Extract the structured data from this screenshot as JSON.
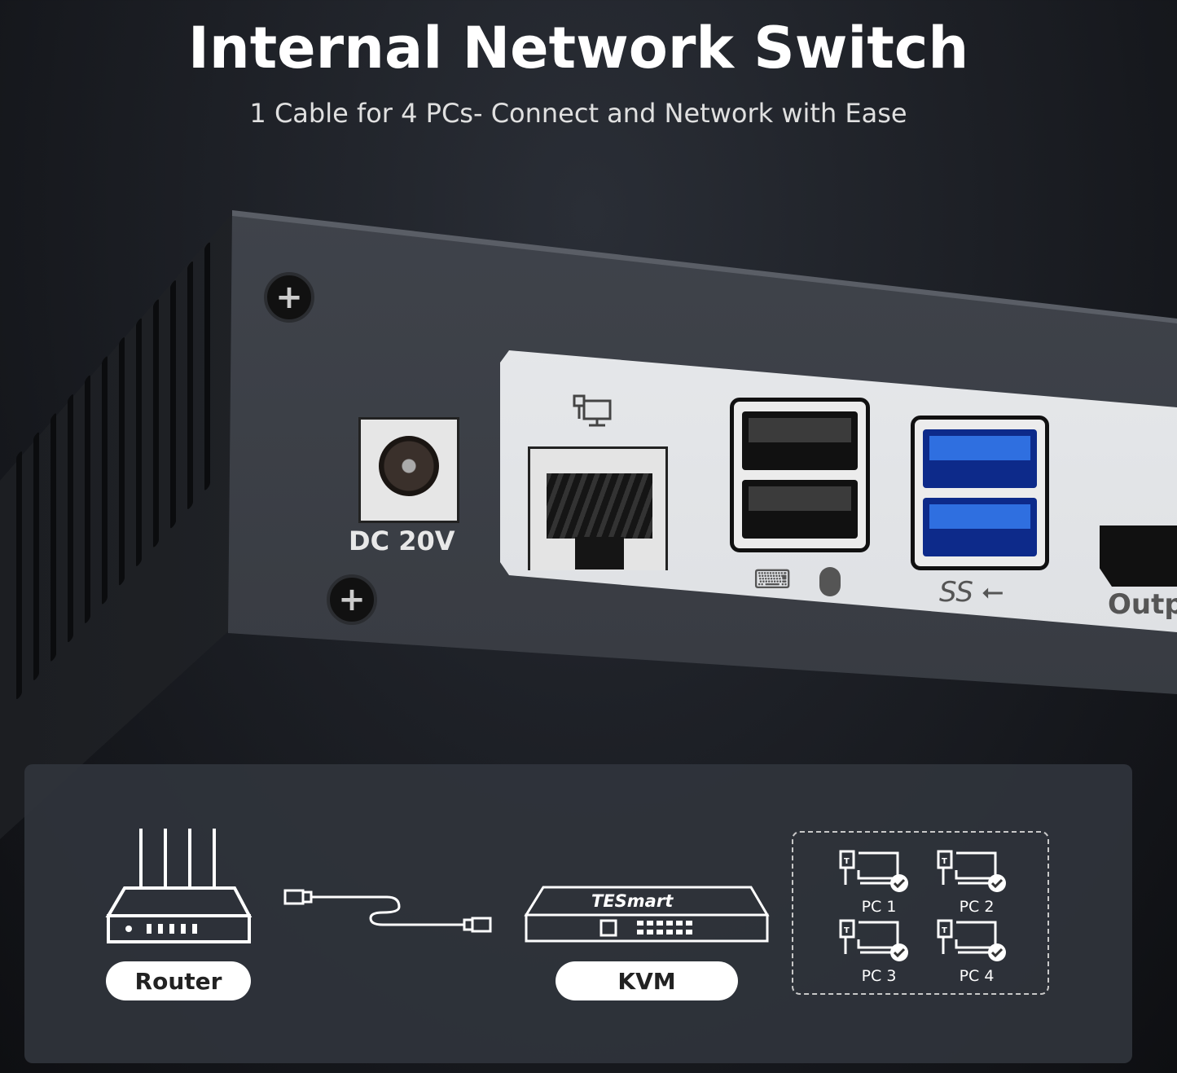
{
  "header": {
    "title": "Internal Network Switch",
    "subtitle": "1 Cable for 4 PCs- Connect and Network with Ease"
  },
  "device": {
    "power_label": "DC 20V",
    "usb3_label": "SS",
    "output_label": "Outp",
    "usb3_color": "#2f6fe0"
  },
  "diagram": {
    "router_label": "Router",
    "kvm_label": "KVM",
    "kvm_brand": "TESmart",
    "pcs": [
      {
        "label": "PC 1"
      },
      {
        "label": "PC 2"
      },
      {
        "label": "PC 3"
      },
      {
        "label": "PC 4"
      }
    ]
  }
}
